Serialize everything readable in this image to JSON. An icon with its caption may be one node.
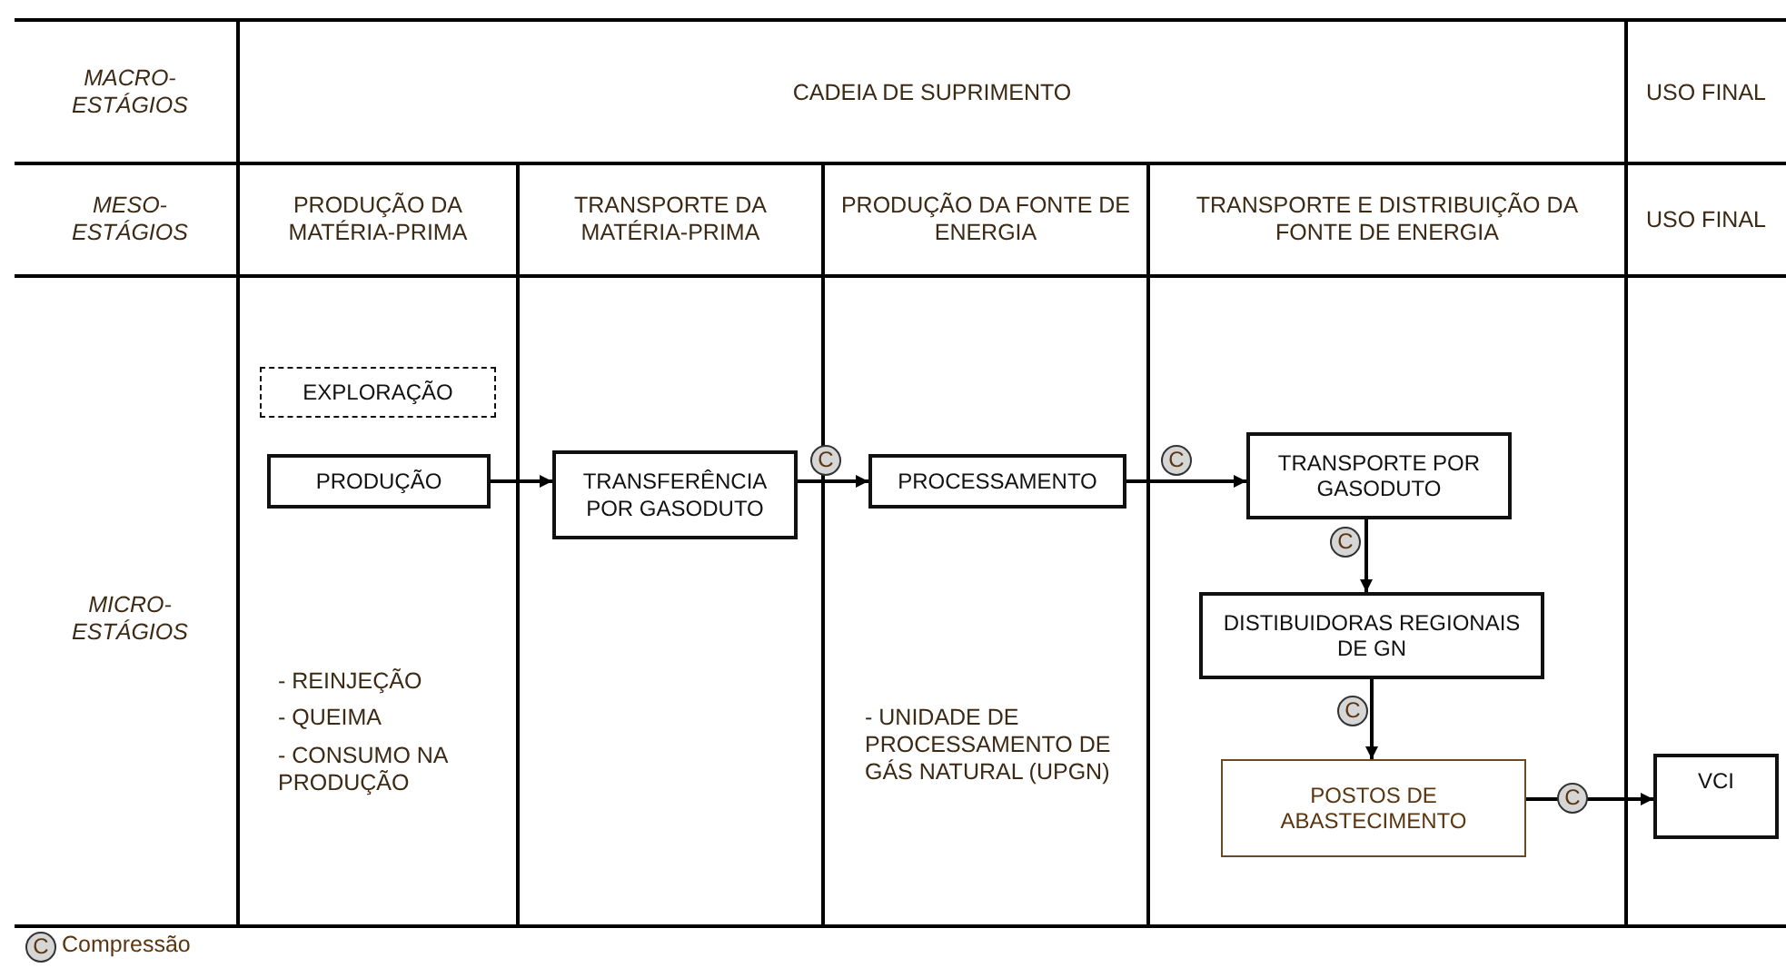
{
  "diagram": {
    "nodes": [
      {
        "text": [
          "EXPLORAÇÃO"
        ]
      },
      {
        "text": [
          "PRODUÇÃO"
        ]
      },
      {
        "text": [
          "TRANSFERÊNCIA POR GASODUTO"
        ]
      },
      {
        "text": [
          "PROCESSAMENTO"
        ]
      },
      {
        "text": [
          "TRANSPORTE POR GASODUTO"
        ]
      },
      {
        "text": [
          "DISTIBUIDORAS REGIONAIS DE GN"
        ]
      },
      {
        "text": [
          "POSTOS DE ABASTECIMENTO"
        ]
      },
      {
        "text": [
          "VCI"
        ]
      }
    ],
    "edges": [
      {
        "from": 1,
        "to": 2,
        "arrow": "to"
      },
      {
        "from": 2,
        "to": 3,
        "arrow": "to",
        "label": "C"
      },
      {
        "from": 3,
        "to": 4,
        "arrow": "to",
        "label": "C"
      },
      {
        "from": 4,
        "to": 5,
        "arrow": "to",
        "label": "C"
      },
      {
        "from": 5,
        "to": 6,
        "arrow": "to",
        "label": "C"
      },
      {
        "from": 6,
        "to": 7,
        "arrow": "to",
        "label": "C"
      }
    ],
    "labels": [
      "MACRO- ESTÁGIOS",
      "CADEIA DE SUPRIMENTO",
      "USO FINAL",
      "MESO- ESTÁGIOS",
      "PRODUÇÃO DA MATÉRIA-PRIMA",
      "TRANSPORTE DA MATÉRIA-PRIMA",
      "PRODUÇÃO DA FONTE DE ENERGIA",
      "TRANSPORTE E DISTRIBUIÇÃO DA FONTE DE ENERGIA",
      "USO FINAL",
      "MICRO- ESTÁGIOS",
      "- REINJEÇÃO",
      "- QUEIMA",
      "- CONSUMO NA PRODUÇÃO",
      "- UNIDADE DE PROCESSAMENTO DE GÁS NATURAL (UPGN)",
      "C"
    ],
    "legend": [
      {
        "text": "Compressão"
      }
    ]
  }
}
